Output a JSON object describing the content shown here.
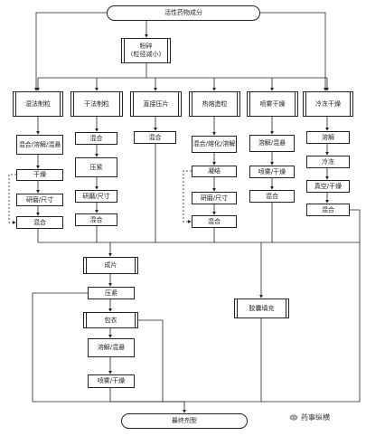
{
  "nodes": {
    "start": "活性药物成分",
    "milling": "粉碎\n(粒径减小)",
    "wet_gran": "湿法制粒",
    "dry_gran": "干法制粒",
    "direct_comp": "直接压片",
    "hot_melt": "热熔造粒",
    "spray_dry": "喷雾干燥",
    "freeze_dry": "冷冻干燥",
    "wet_mix": "混合/溶解/混悬",
    "wet_dry": "干燥",
    "wet_size": "研磨/尺寸",
    "wet_blend": "混合",
    "dry_mix": "混合",
    "dry_compact": "压紧",
    "dry_size": "研磨/尺寸",
    "dry_blend": "混合",
    "direct_mix": "混合",
    "hm_mix": "混合/熔化/溶解",
    "hm_cool": "凝结",
    "hm_size": "研磨/尺寸",
    "hm_blend": "混合",
    "sd_dissolve": "溶解/混悬",
    "sd_spray": "喷雾/干燥",
    "sd_blend": "混合",
    "fd_dissolve": "溶解",
    "fd_freeze": "冷冻",
    "fd_vacuum": "真空/干燥",
    "fd_blend": "混合",
    "tablet": "成片",
    "compress": "压紧",
    "coat": "包衣",
    "coat_dissolve": "溶解/混悬",
    "coat_spray": "喷雾/干燥",
    "capsule": "胶囊填充",
    "final": "最终剂型"
  },
  "watermark": "药事纵横",
  "watermark_icon": "chat-bubble-icon"
}
